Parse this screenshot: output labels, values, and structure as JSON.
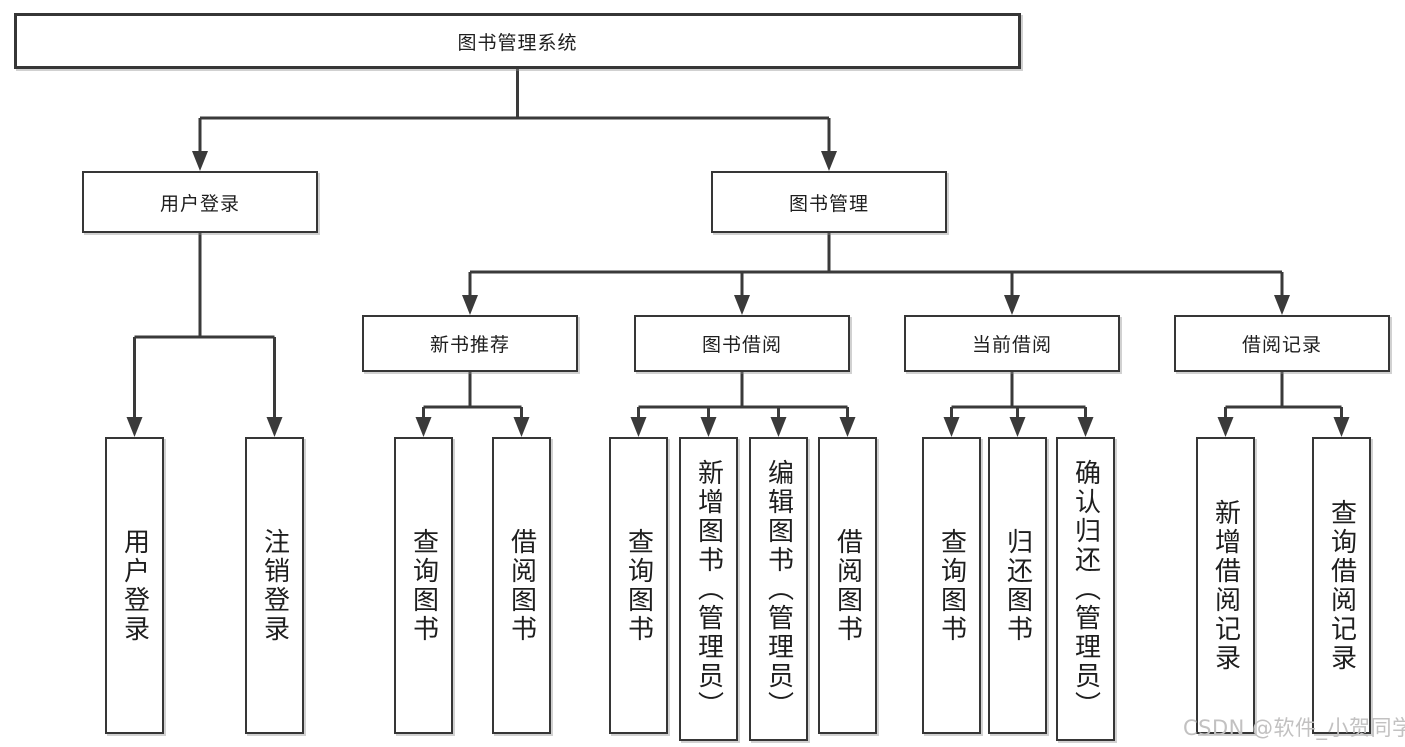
{
  "diagram": {
    "title": "图书管理系统",
    "tree": {
      "root": {
        "label": "图书管理系统"
      },
      "branches": [
        {
          "label": "用户登录",
          "children": [
            {
              "label": "用户登录"
            },
            {
              "label": "注销登录"
            }
          ]
        },
        {
          "label": "图书管理",
          "children": [
            {
              "label": "新书推荐",
              "children": [
                {
                  "label": "查询图书"
                },
                {
                  "label": "借阅图书"
                }
              ]
            },
            {
              "label": "图书借阅",
              "children": [
                {
                  "label": "查询图书"
                },
                {
                  "label": "新增图书（管理员）"
                },
                {
                  "label": "编辑图书（管理员）"
                },
                {
                  "label": "借阅图书"
                }
              ]
            },
            {
              "label": "当前借阅",
              "children": [
                {
                  "label": "查询图书"
                },
                {
                  "label": "归还图书"
                },
                {
                  "label": "确认归还（管理员）"
                }
              ]
            },
            {
              "label": "借阅记录",
              "children": [
                {
                  "label": "新增借阅记录"
                },
                {
                  "label": "查询借阅记录"
                }
              ]
            }
          ]
        }
      ]
    },
    "watermark": "CSDN @软件_小贺同学",
    "colors": {
      "line": "#3a3a3a",
      "box_border": "#363636",
      "text": "#1e1e1e",
      "watermark": "#c2c1c1",
      "background": "#ffffff"
    }
  }
}
